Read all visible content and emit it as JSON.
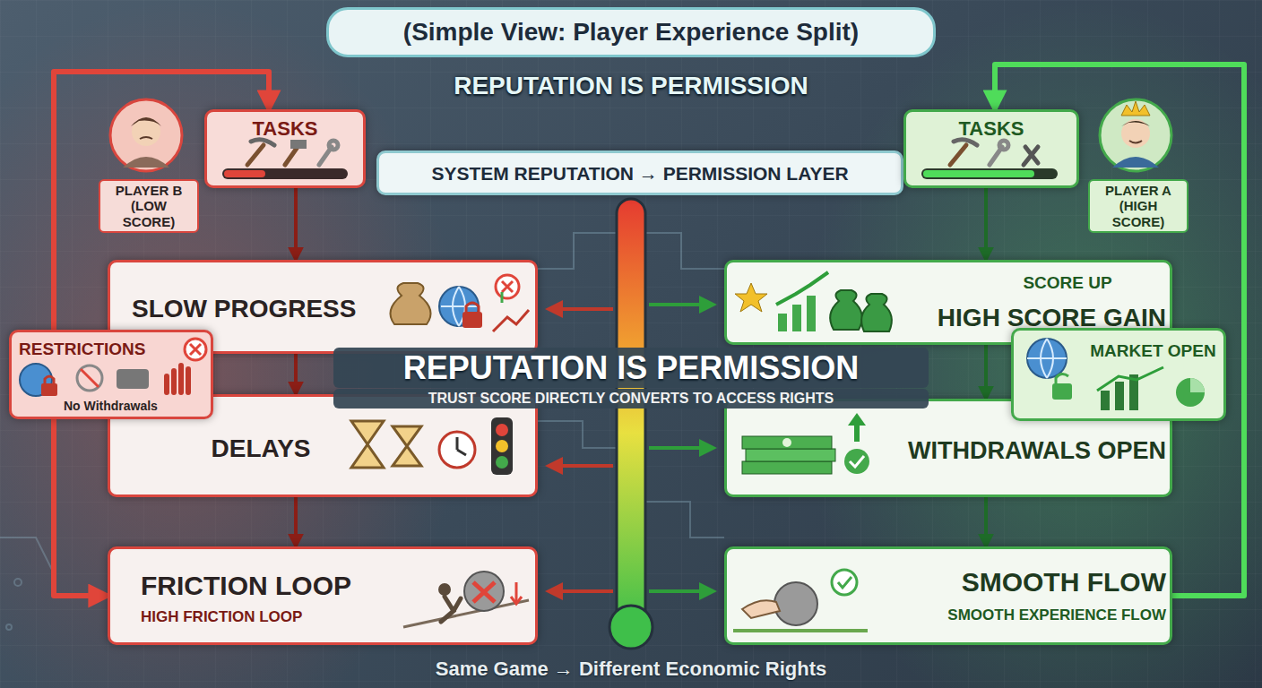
{
  "diagram": {
    "title": "(Simple View: Player Experience Split)",
    "caption": "Same Game → Different Economic Rights",
    "nodes": [
      {
        "text": [
          "PLAYER B (LOW SCORE)"
        ]
      },
      {
        "text": [
          "TASKS"
        ]
      },
      {
        "text": [
          "SYSTEM REPUTATION → PERMISSION LAYER"
        ]
      },
      {
        "text": [
          "TASKS"
        ]
      },
      {
        "text": [
          "PLAYER A (HIGH SCORE)"
        ]
      },
      {
        "text": [
          "SLOW PROGRESS"
        ]
      },
      {
        "text": [
          "SCORE UP",
          "HIGH SCORE GAIN"
        ]
      },
      {
        "text": [
          "RESTRICTIONS",
          "No Withdrawals"
        ]
      },
      {
        "text": [
          "MARKET OPEN"
        ]
      },
      {
        "text": [
          "DELAYS"
        ]
      },
      {
        "text": [
          "WITHDRAWALS OPEN"
        ]
      },
      {
        "text": [
          "FRICTION LOOP",
          "HIGH FRICTION LOOP"
        ]
      },
      {
        "text": [
          "SMOOTH FLOW",
          "SMOOTH EXPERIENCE FLOW"
        ]
      }
    ],
    "edges": [
      {
        "from": 1,
        "to": 5,
        "arrow": "to"
      },
      {
        "from": 5,
        "to": 9,
        "arrow": "to"
      },
      {
        "from": 9,
        "to": 11,
        "arrow": "to"
      },
      {
        "from": 11,
        "to": 1,
        "arrow": "both"
      },
      {
        "from": 3,
        "to": 6,
        "arrow": "to"
      },
      {
        "from": 6,
        "to": 10,
        "arrow": "to"
      },
      {
        "from": 10,
        "to": 12,
        "arrow": "to"
      },
      {
        "from": 12,
        "to": 3,
        "arrow": "to"
      }
    ],
    "labels": [
      "REPUTATION IS PERMISSION",
      "REPUTATION IS PERMISSION",
      "TRUST SCORE DIRECTLY CONVERTS TO ACCESS RIGHTS"
    ]
  }
}
